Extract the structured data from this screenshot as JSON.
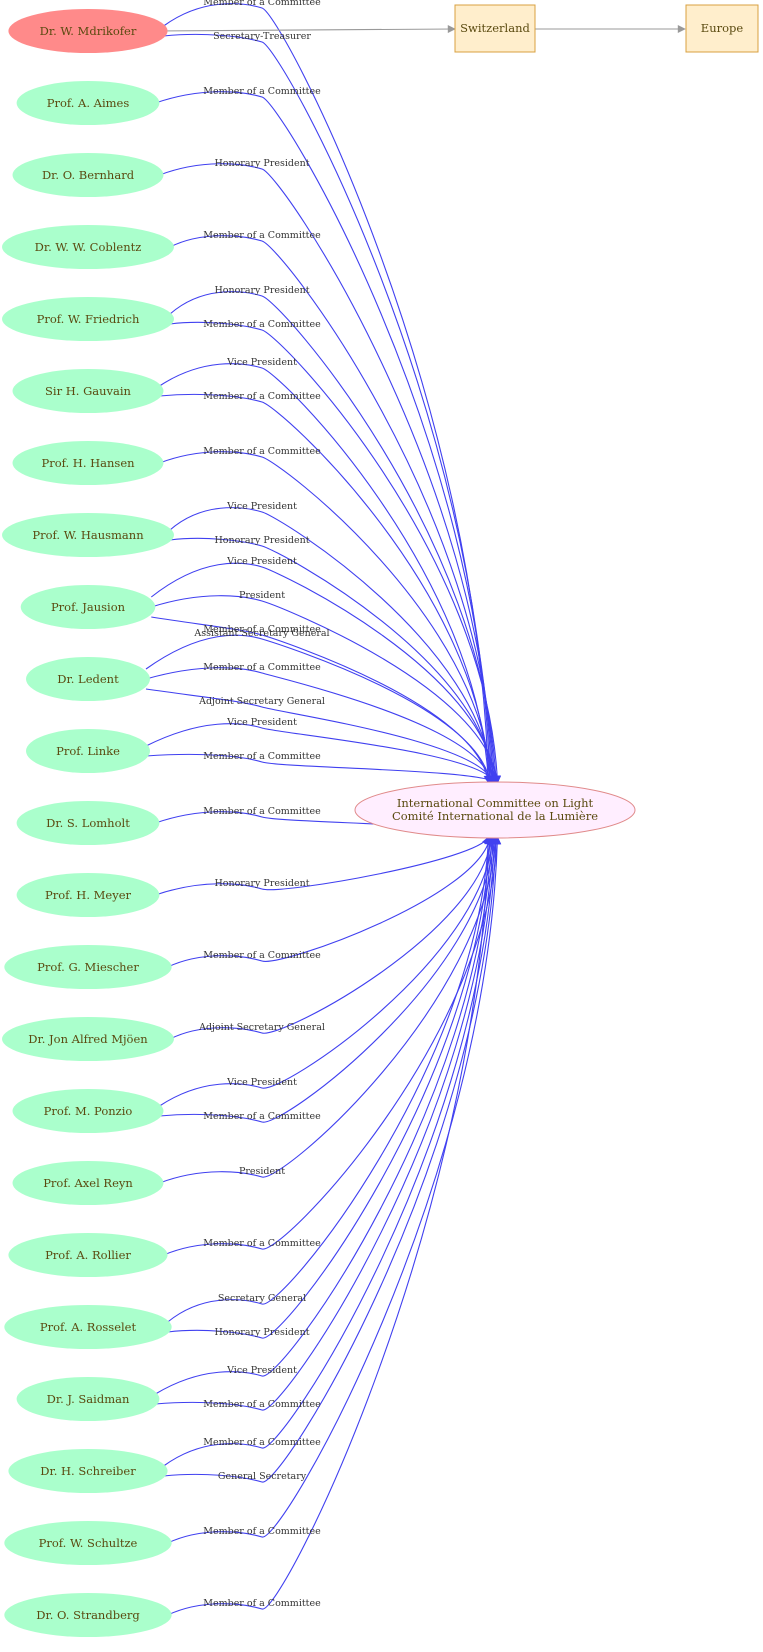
{
  "colors": {
    "person_fill": "#aaffcc",
    "highlight_fill": "#ff8a8a",
    "target_fill": "#ffeeff",
    "target_stroke": "#e08a8a",
    "box_fill": "#ffeecc",
    "box_stroke": "#d8a040",
    "edge": "#4040f0",
    "arrow_gray": "#999999"
  },
  "target": {
    "line1": "International Committee on Light",
    "line2": "Comité International de la Lumière"
  },
  "boxes": [
    {
      "id": "switzerland",
      "label": "Switzerland"
    },
    {
      "id": "europe",
      "label": "Europe"
    }
  ],
  "people": [
    {
      "name": "Dr. W. Mdrikofer",
      "highlight": true,
      "roles": [
        "Member of a Committee",
        "Secretary-Treasurer"
      ]
    },
    {
      "name": "Prof. A. Aimes",
      "roles": [
        "Member of a Committee"
      ]
    },
    {
      "name": "Dr. O. Bernhard",
      "roles": [
        "Honorary President"
      ]
    },
    {
      "name": "Dr. W. W. Coblentz",
      "roles": [
        "Member of a Committee"
      ]
    },
    {
      "name": "Prof. W. Friedrich",
      "roles": [
        "Honorary President",
        "Member of a Committee"
      ]
    },
    {
      "name": "Sir  H. Gauvain",
      "roles": [
        "Vice President",
        "Member of a Committee"
      ]
    },
    {
      "name": "Prof. H. Hansen",
      "roles": [
        "Member of a Committee"
      ]
    },
    {
      "name": "Prof. W.  Hausmann",
      "roles": [
        "Vice President",
        "Honorary President"
      ]
    },
    {
      "name": "Prof. Jausion",
      "roles": [
        "Vice President",
        "President",
        "Member of a Committee"
      ]
    },
    {
      "name": "Dr. Ledent",
      "roles": [
        "Assistant Secretary General",
        "Member of a Committee",
        "Adjoint Secretary General"
      ]
    },
    {
      "name": "Prof. Linke",
      "roles": [
        "Vice President",
        "Member of a Committee"
      ]
    },
    {
      "name": "Dr. S. Lomholt",
      "roles": [
        "Member of a Committee"
      ]
    },
    {
      "name": "Prof. H. Meyer",
      "roles": [
        "Honorary President"
      ]
    },
    {
      "name": "Prof. G. Miescher",
      "roles": [
        "Member of a Committee"
      ]
    },
    {
      "name": "Dr. Jon Alfred Mjöen",
      "roles": [
        "Adjoint Secretary General"
      ]
    },
    {
      "name": "Prof. M. Ponzio",
      "roles": [
        "Vice President",
        "Member of a Committee"
      ]
    },
    {
      "name": "Prof. Axel Reyn",
      "roles": [
        "President"
      ]
    },
    {
      "name": "Prof. A. Rollier",
      "roles": [
        "Member of a Committee"
      ]
    },
    {
      "name": "Prof. A. Rosselet",
      "roles": [
        "Secretary General",
        "Honorary President"
      ]
    },
    {
      "name": "Dr. J. Saidman",
      "roles": [
        "Vice President",
        "Member of a Committee"
      ]
    },
    {
      "name": "Dr. H. Schreiber",
      "roles": [
        "Member of a Committee",
        "General Secretary"
      ]
    },
    {
      "name": "Prof. W. Schultze",
      "roles": [
        "Member of a Committee"
      ]
    },
    {
      "name": "Dr. O. Strandberg",
      "roles": [
        "Member of a Committee"
      ]
    }
  ]
}
